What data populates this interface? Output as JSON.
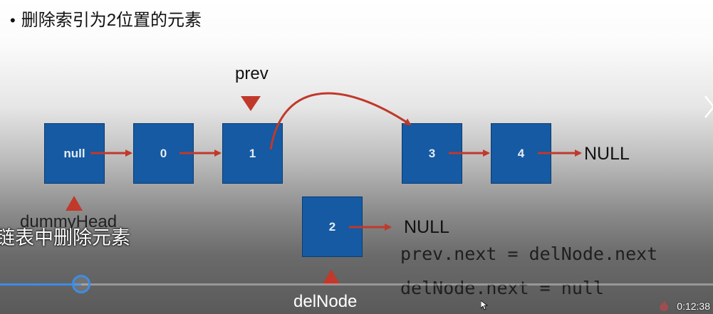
{
  "slide": {
    "bullet": "删除索引为2位置的元素",
    "prev_label": "prev",
    "dummyhead_label": "dummyHead",
    "delnode_label": "delNode",
    "nodes": [
      {
        "id": "dummy",
        "value": "null"
      },
      {
        "id": "n0",
        "value": "0"
      },
      {
        "id": "n1",
        "value": "1"
      },
      {
        "id": "n3",
        "value": "3"
      },
      {
        "id": "n4",
        "value": "4"
      },
      {
        "id": "n2",
        "value": "2"
      }
    ],
    "null_main": "NULL",
    "null_del": "NULL",
    "code_line1": "prev.next = delNode.next",
    "code_line2": "delNode.next = null"
  },
  "player": {
    "subtitle": "链表中删除元素",
    "progress": 0.114,
    "time": "0:12:38"
  },
  "colors": {
    "node_fill": "#155aa3",
    "arrow_red": "#c0392b",
    "progress_blue": "#3d8de6"
  }
}
